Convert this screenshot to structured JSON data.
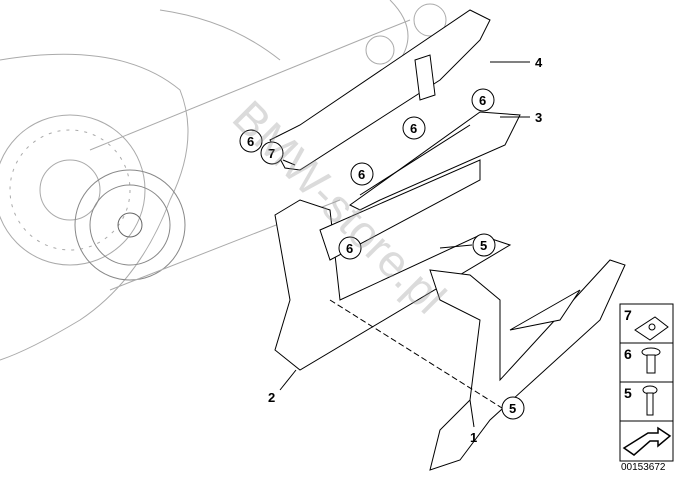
{
  "callouts": [
    {
      "label": "4"
    },
    {
      "label": "3"
    },
    {
      "label": "6"
    },
    {
      "label": "6"
    },
    {
      "label": "6"
    },
    {
      "label": "7"
    },
    {
      "label": "6"
    },
    {
      "label": "6"
    },
    {
      "label": "5"
    },
    {
      "label": "5"
    },
    {
      "label": "2"
    },
    {
      "label": "1"
    }
  ],
  "legend": [
    {
      "number": "7",
      "part": "clip-nut-icon"
    },
    {
      "number": "6",
      "part": "countersunk-screw-icon"
    },
    {
      "number": "5",
      "part": "pan-head-screw-icon"
    },
    {
      "number": "",
      "part": "arrow-icon"
    }
  ],
  "diagram_id": "00153672",
  "watermark": "BMW-store.pl"
}
